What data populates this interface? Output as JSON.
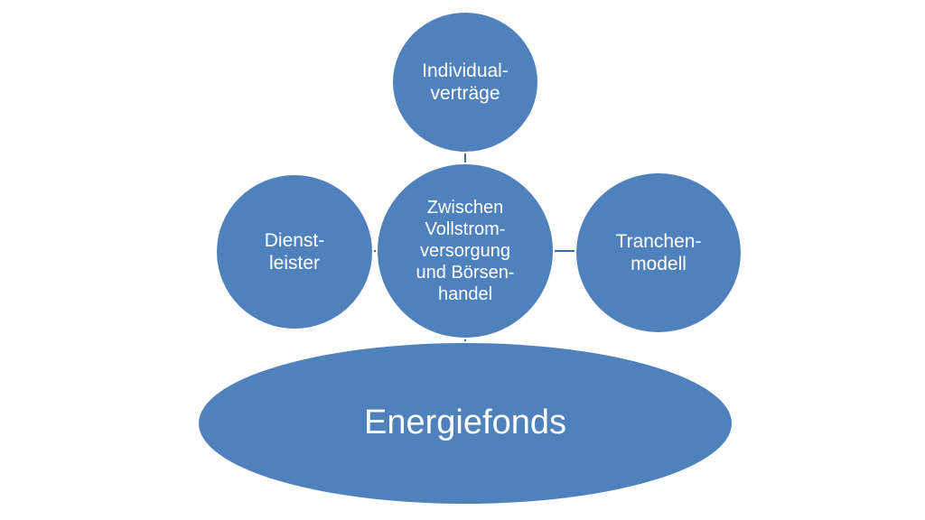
{
  "colors": {
    "node_fill": "#4f81bd",
    "node_border": "#ffffff",
    "text": "#ffffff",
    "connector": "#3a6ea5",
    "background": "#ffffff"
  },
  "nodes": {
    "top": {
      "lines": [
        "Individual-",
        "verträge"
      ]
    },
    "left": {
      "lines": [
        "Dienst-",
        "leister"
      ]
    },
    "right": {
      "lines": [
        "Tranchen-",
        "modell"
      ]
    },
    "center": {
      "lines": [
        "Zwischen",
        "Vollstrom-",
        "versorgung",
        "und Börsen-",
        "handel"
      ]
    },
    "base": {
      "label": "Energiefonds"
    }
  }
}
